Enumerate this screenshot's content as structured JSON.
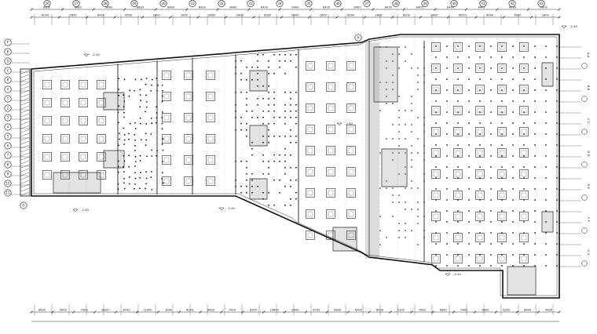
{
  "drawing": {
    "top_dims_outer": [
      "8800",
      "8600",
      "8600",
      "8600",
      "8600",
      "8400",
      "8400",
      "8400",
      "8400",
      "8400",
      "8400",
      "8400",
      "8400",
      "8400",
      "8400",
      "8400",
      "8400"
    ],
    "top_dims_inner": [
      "6000",
      "2800",
      "6000",
      "6000",
      "2800",
      "2800",
      "6000",
      "2800",
      "6000",
      "6000",
      "2800",
      "6000",
      "2800",
      "6000",
      "2800",
      "6000",
      "6000",
      "6000",
      "2800"
    ],
    "bottom_dims": [
      "4000",
      "5000",
      "7000",
      "6000",
      "8100",
      "11000",
      "3000",
      "6000",
      "8400",
      "7000",
      "8200",
      "10600",
      "8000",
      "8700",
      "6400",
      "8400",
      "6500",
      "5150",
      "7000",
      "6300",
      "4400",
      "6800",
      "6300",
      "8400",
      "4000"
    ],
    "left_bubbles": [
      "F",
      "E",
      "D",
      "C",
      "B",
      "A",
      "1",
      "2",
      "3",
      "4",
      "5",
      "6",
      "7",
      "8",
      "9",
      "10",
      "11"
    ],
    "top_bubbles": [
      "26",
      "27",
      "28",
      "29",
      "30",
      "31",
      "32",
      "33",
      "34",
      "35",
      "36",
      "37",
      "38",
      "39",
      "40",
      "41",
      "42",
      "43"
    ],
    "level_marks": [
      "-2.40",
      "-2.40",
      "-2.40",
      "-2.40",
      "-2.40",
      "-2.40"
    ],
    "side_notes": [
      "A-A",
      "B-B",
      "C-C",
      "D-D",
      "E-E",
      "F-F",
      "G-G"
    ]
  }
}
